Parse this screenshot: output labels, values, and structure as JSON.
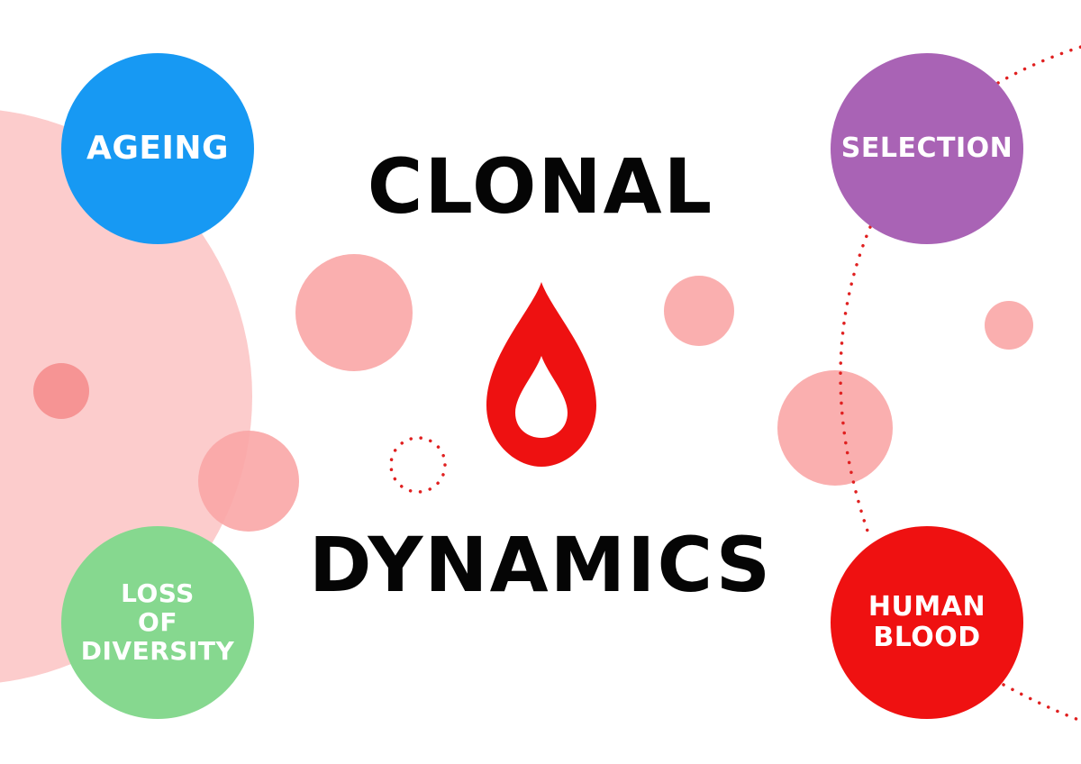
{
  "title": {
    "top": "CLONAL",
    "bottom": "DYNAMICS"
  },
  "nodes": {
    "ageing": {
      "lines": [
        "AGEING"
      ],
      "color": "#1799f3"
    },
    "selection": {
      "lines": [
        "SELECTION"
      ],
      "color": "#a963b5"
    },
    "loss_of_diversity": {
      "lines": [
        "LOSS",
        "OF",
        "DIVERSITY"
      ],
      "color": "#86d88f"
    },
    "human_blood": {
      "lines": [
        "HUMAN",
        "BLOOD"
      ],
      "color": "#ef1111"
    }
  },
  "palette": {
    "large_background_circle": "#fccccc",
    "bubble": "#f9a6a6",
    "bubble_dark": "#f48a8a",
    "drop": "#ee1111",
    "dotted_line": "#e02020",
    "title_text": "#050505"
  },
  "icons": [
    "blood-drop-icon"
  ]
}
